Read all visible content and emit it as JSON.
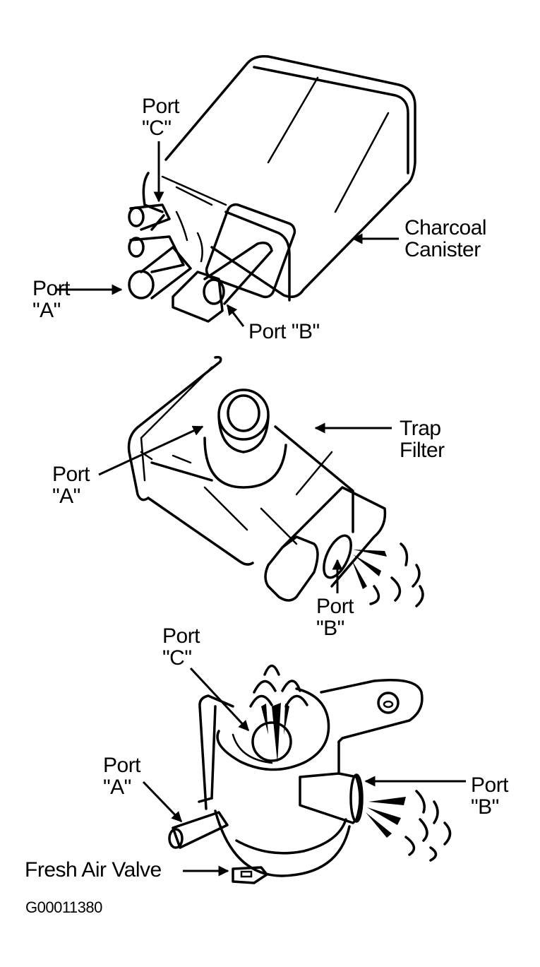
{
  "figure": {
    "id_code": "G00011380",
    "panels": [
      {
        "component": "charcoal-canister",
        "labels": {
          "port_c": "Port\n\"C\"",
          "port_a": "Port\n\"A\"",
          "port_b": "Port \"B\"",
          "component": "Charcoal\nCanister"
        }
      },
      {
        "component": "trap-filter",
        "labels": {
          "port_a": "Port\n\"A\"",
          "port_b": "Port\n\"B\"",
          "component": "Trap\nFilter"
        }
      },
      {
        "component": "fresh-air-valve-assembly",
        "labels": {
          "port_c": "Port\n\"C\"",
          "port_a": "Port\n\"A\"",
          "port_b": "Port\n\"B\"",
          "component": "Fresh Air Valve"
        }
      }
    ]
  }
}
